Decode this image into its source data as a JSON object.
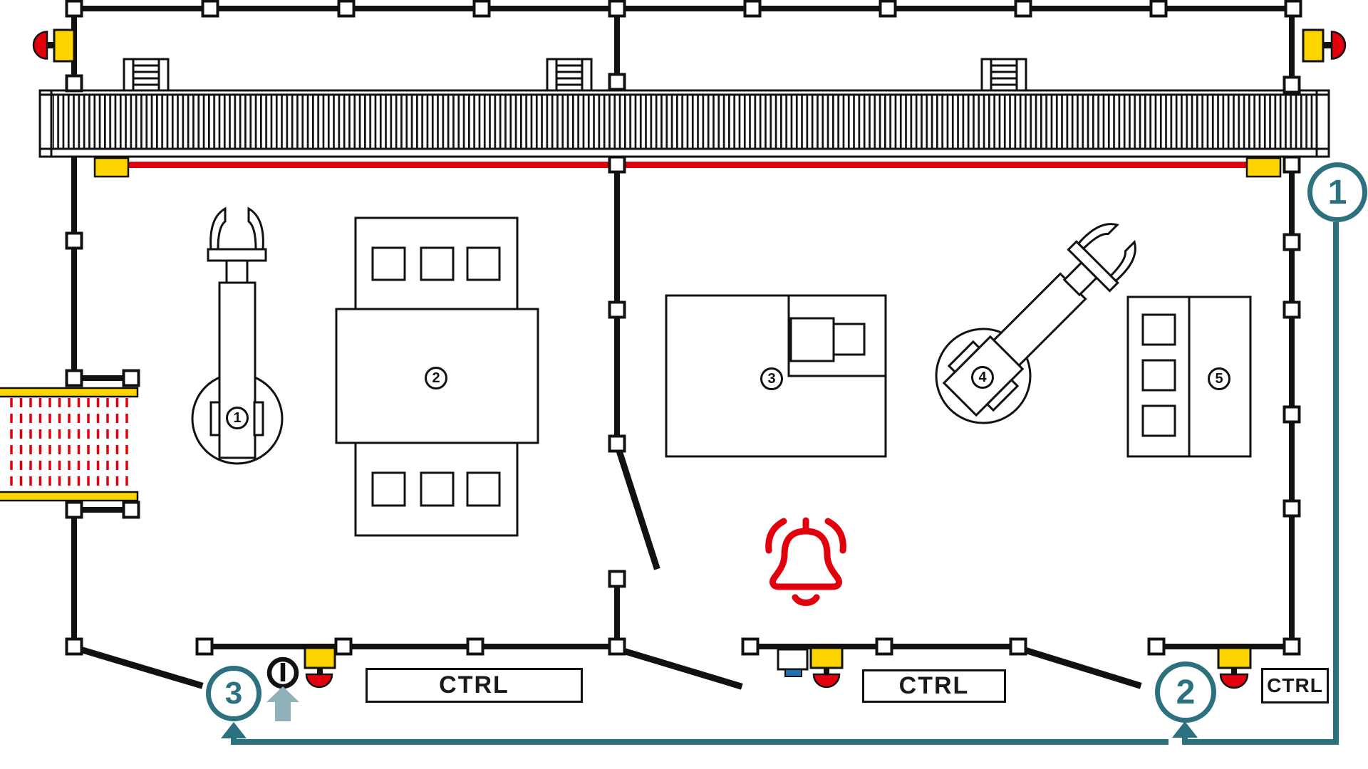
{
  "diagram": {
    "type": "robotic-cell-safety-floor-plan",
    "colors": {
      "line": "#111111",
      "safety_red": "#E2000D",
      "safety_yellow": "#FFD500",
      "reset_blue": "#1D71B8",
      "callout_teal": "#2B717E",
      "arrow_steel": "#8FB1B9"
    },
    "machines": [
      {
        "label": "1",
        "name": "robot-arm-vertical"
      },
      {
        "label": "2",
        "name": "processing-station"
      },
      {
        "label": "3",
        "name": "machining-station"
      },
      {
        "label": "4",
        "name": "robot-arm-angled"
      },
      {
        "label": "5",
        "name": "control-cabinet"
      }
    ],
    "control_panels": [
      {
        "label": "CTRL"
      },
      {
        "label": "CTRL"
      },
      {
        "label": "CTRL"
      }
    ],
    "callouts": [
      {
        "label": "1"
      },
      {
        "label": "2"
      },
      {
        "label": "3"
      }
    ],
    "icons": [
      "emergency-stop-icon",
      "light-curtain-icon",
      "safety-beam-icon",
      "alarm-bell-icon",
      "power-button-icon",
      "reset-button-icon",
      "conveyor-icon",
      "ladder-crossover-icon",
      "safety-fence-icon",
      "gate-icon",
      "arrow-up-icon"
    ]
  }
}
